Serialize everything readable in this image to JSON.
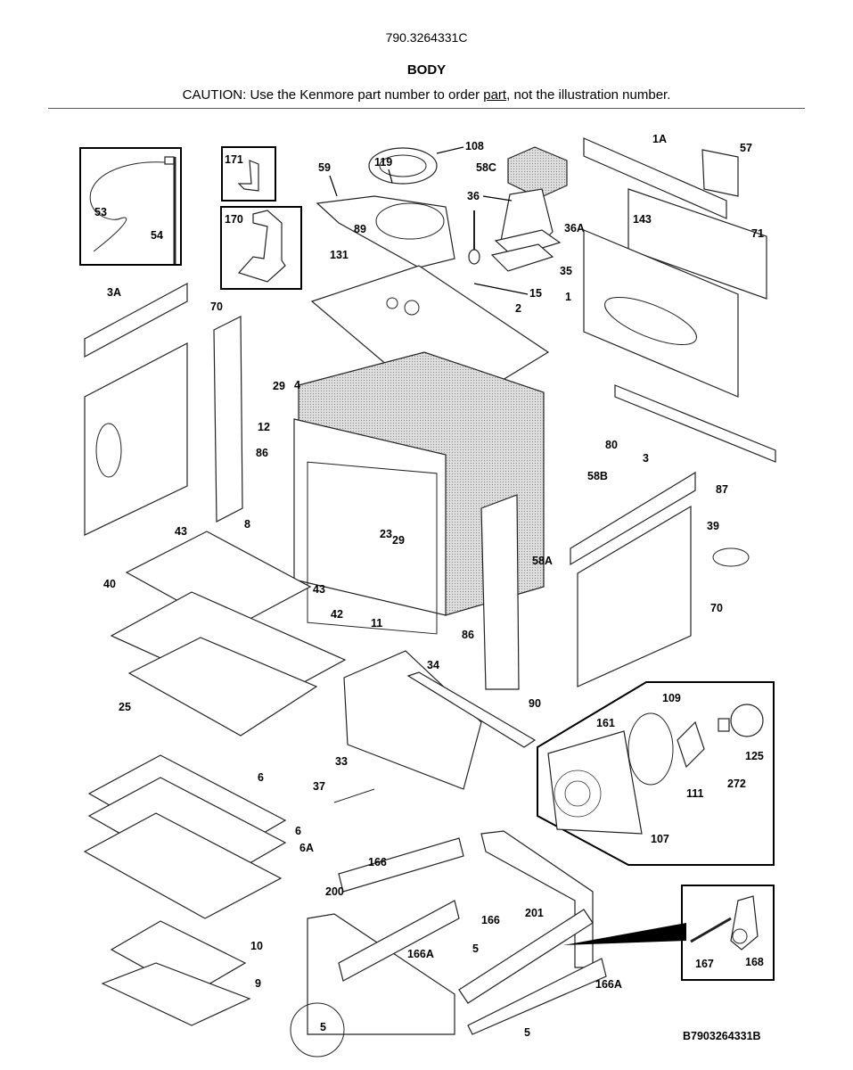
{
  "header": {
    "model_number": "790.3264331C",
    "section_title": "BODY",
    "caution_prefix": "CAUTION: Use the Kenmore part number to order ",
    "caution_link": "part",
    "caution_suffix": ", not the illustration number."
  },
  "diagram": {
    "footer_reference": "B7903264331B",
    "callouts": {
      "c53": "53",
      "c54": "54",
      "c171": "171",
      "c170": "170",
      "c59": "59",
      "c119": "119",
      "c108": "108",
      "c58C": "58C",
      "c36": "36",
      "c36A": "36A",
      "c35": "35",
      "c15": "15",
      "c1A": "1A",
      "c57": "57",
      "c143": "143",
      "c71": "71",
      "c1": "1",
      "c89": "89",
      "c131": "131",
      "c2": "2",
      "c3A": "3A",
      "c70a": "70",
      "c29a": "29",
      "c4": "4",
      "c12": "12",
      "c86a": "86",
      "c80": "80",
      "c58B": "58B",
      "c87": "87",
      "c3": "3",
      "c23": "23",
      "c29b": "29",
      "c58A": "58A",
      "c39": "39",
      "c70b": "70",
      "c43a": "43",
      "c8": "8",
      "c40": "40",
      "c43b": "43",
      "c42": "42",
      "c11": "11",
      "c86b": "86",
      "c25": "25",
      "c34": "34",
      "c90": "90",
      "c33": "33",
      "c109": "109",
      "c161": "161",
      "c125": "125",
      "c111": "111",
      "c272": "272",
      "c107": "107",
      "c37": "37",
      "c6a": "6",
      "c6b": "6",
      "c6A": "6A",
      "c166a": "166",
      "c200": "200",
      "c201": "201",
      "c166b": "166",
      "c166Aa": "166A",
      "c5a": "5",
      "c167": "167",
      "c168": "168",
      "c10": "10",
      "c9": "9",
      "c166Ab": "166A",
      "c5b": "5",
      "c5c": "5"
    }
  }
}
